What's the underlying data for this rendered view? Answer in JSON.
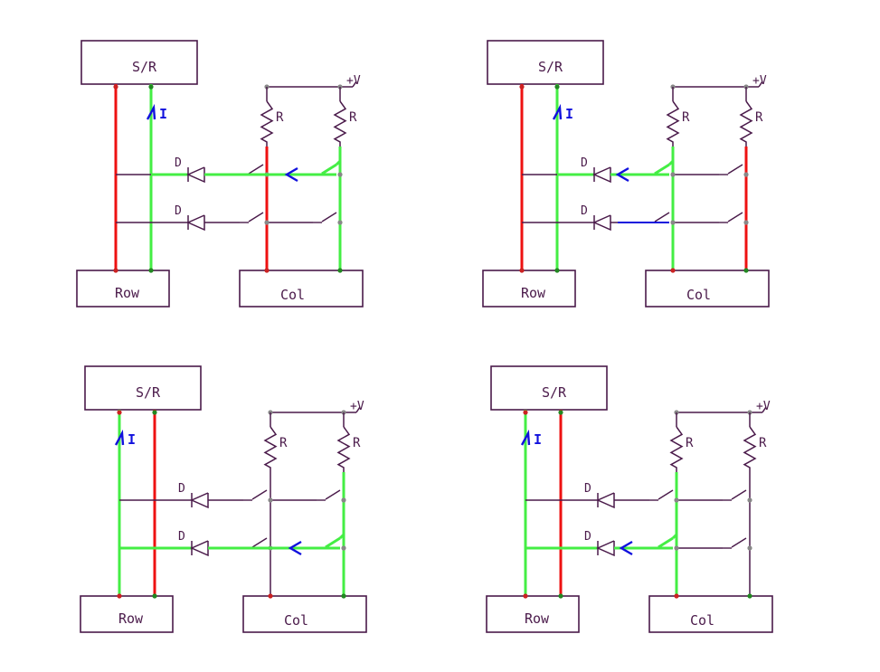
{
  "colors": {
    "wire": "#4a1a4a",
    "green": "#44ee44",
    "red": "#ee1111",
    "blue": "#1111dd"
  },
  "labels": {
    "sr": "S/R",
    "row": "Row",
    "col": "Col",
    "vplus": "+V",
    "resistor": "R",
    "diode": "D",
    "current": "I"
  },
  "panels": [
    {
      "id": "top-left",
      "sr_left_wire": "red",
      "sr_right_wire": "green",
      "current_arrow_wire": "right",
      "active_diode_row": 0,
      "row_trace_to": "c2",
      "col1_wire": "red",
      "col2_wire": "green",
      "active_switch": "c2",
      "trace_arrow_at": "mid",
      "blue_leftover_row": null
    },
    {
      "id": "top-right",
      "sr_left_wire": "red",
      "sr_right_wire": "green",
      "current_arrow_wire": "right",
      "active_diode_row": 0,
      "row_trace_to": "c1",
      "col1_wire": "green",
      "col2_wire": "red",
      "active_switch": "c1",
      "trace_arrow_at": "near",
      "blue_leftover_row": 1
    },
    {
      "id": "bottom-left",
      "sr_left_wire": "green",
      "sr_right_wire": "red",
      "current_arrow_wire": "left",
      "active_diode_row": 1,
      "row_trace_to": "c2",
      "col1_wire": "wire",
      "col2_wire": "green",
      "active_switch": "c2",
      "trace_arrow_at": "mid",
      "blue_leftover_row": null
    },
    {
      "id": "bottom-right",
      "sr_left_wire": "green",
      "sr_right_wire": "red",
      "current_arrow_wire": "left",
      "active_diode_row": 1,
      "row_trace_to": "c1",
      "col1_wire": "green",
      "col2_wire": "wire",
      "active_switch": "c1",
      "trace_arrow_at": "near",
      "blue_leftover_row": null
    }
  ]
}
